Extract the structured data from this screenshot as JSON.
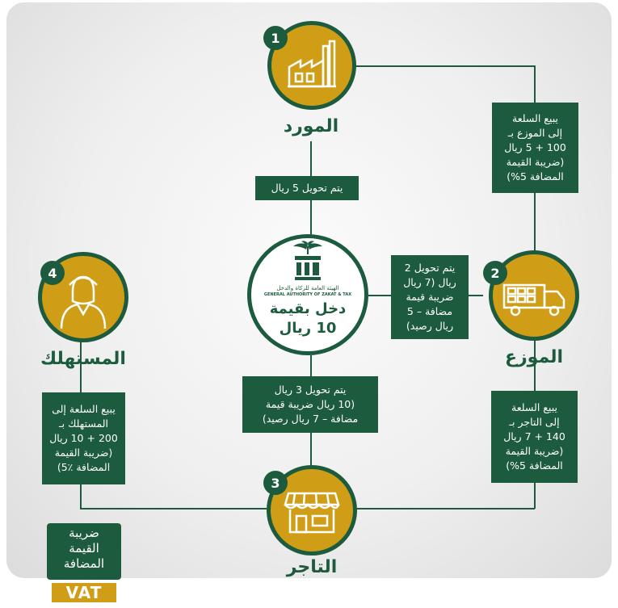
{
  "nodes": {
    "supplier": {
      "number": "1",
      "label": "المورد"
    },
    "distributor": {
      "number": "2",
      "label": "الموزع"
    },
    "retailer": {
      "number": "3",
      "label": "التاجر"
    },
    "consumer": {
      "number": "4",
      "label": "المستهلك"
    }
  },
  "center": {
    "authority_ar": "الهيئة العامة للزكاة والدخل",
    "authority_en": "GENERAL AUTHORITY OF ZAKAT & TAX",
    "income": "دخل بقيمة\n10 ريال"
  },
  "boxes": {
    "supplier_sale": "يبيع السلعة\nإلى الموزع بـ\n100 + 5 ريال\n(ضريبة القيمة\nالمضافة 5%)",
    "supplier_transfer": "يتم تحويل 5 ريال",
    "distributor_transfer": "يتم تحويل 2\nريال (7 ريال\nضريبة قيمة\nمضافة – 5\nريال رصيد)",
    "distributor_sale": "يبيع السلعة\nإلى التاجر بـ\n140 + 7 ريال\n(ضريبة القيمة\nالمضافة 5%)",
    "retailer_transfer": "يتم تحويل 3 ريال\n(10 ريال ضريبة قيمة\nمضافة – 7 ريال رصيد)",
    "consumer_sale": "يبيع السلعة إلى\nالمستهلك بـ\n200 + 10 ريال\n(ضريبة القيمة\nالمضافة ٪5)"
  },
  "logo": {
    "text": "ضريبة\nالقيمة\nالمضافة",
    "vat": "VAT"
  },
  "colors": {
    "green": "#1d5b3e",
    "gold": "#d09e16"
  }
}
